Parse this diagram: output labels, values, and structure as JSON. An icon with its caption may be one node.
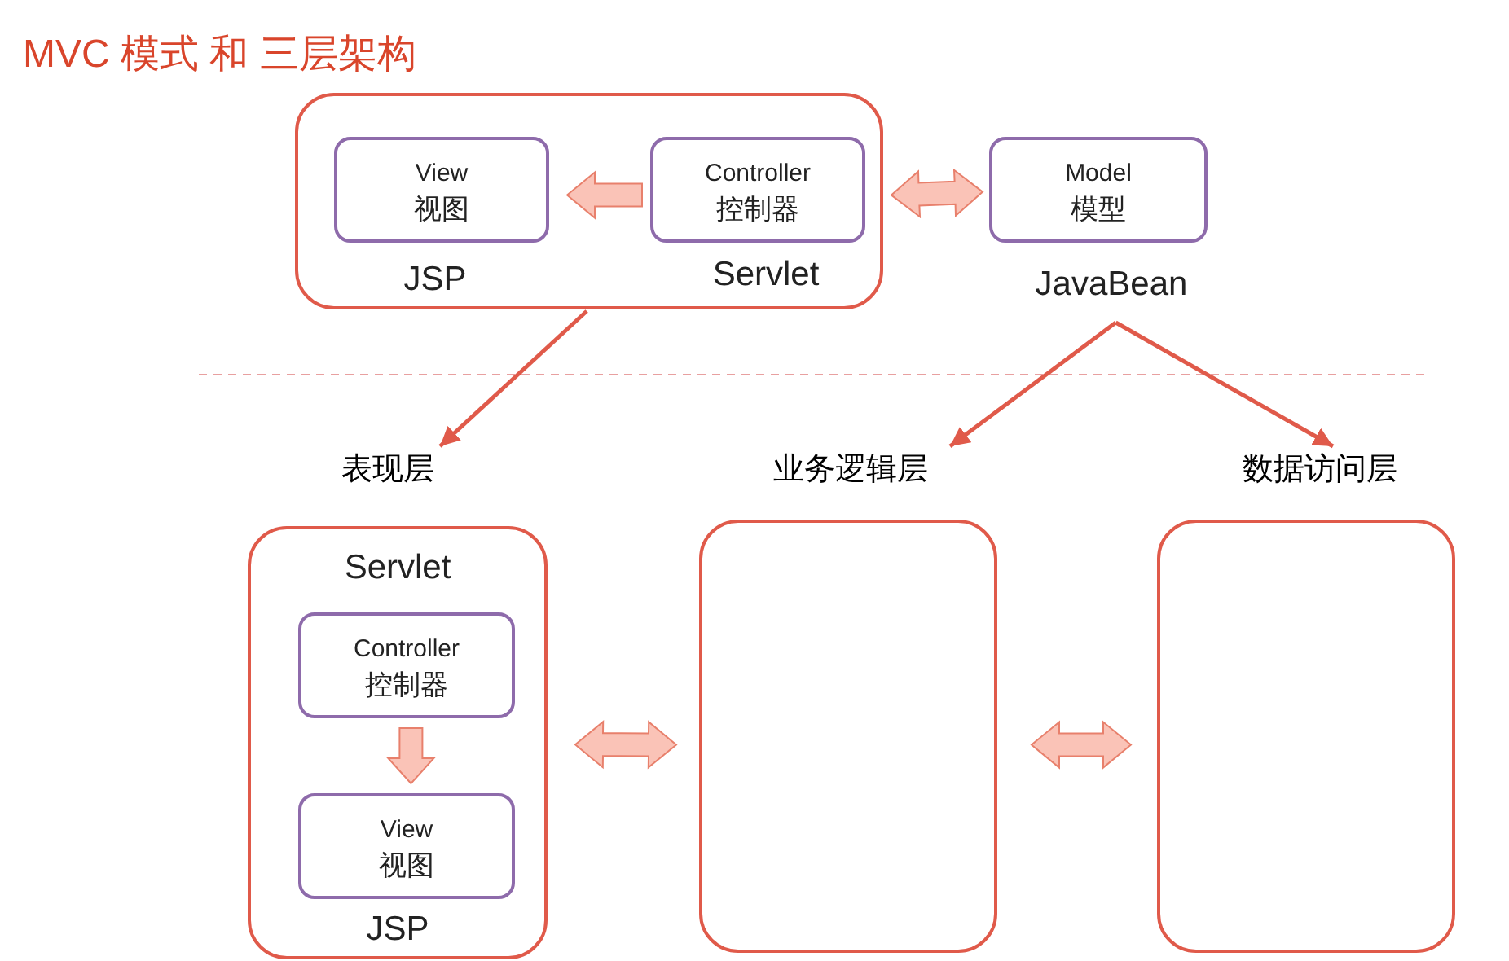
{
  "diagram": {
    "title": "MVC 模式 和 三层架构",
    "nodes": [
      {
        "text": [],
        "shape": "box"
      },
      {
        "text": [
          "View",
          "视图"
        ],
        "in": 0,
        "beside": [
          "JSP"
        ]
      },
      {
        "text": [
          "Controller",
          "控制器"
        ],
        "in": 0,
        "beside": [
          "Servlet"
        ]
      },
      {
        "text": [
          "Model",
          "模型"
        ],
        "beside": [
          "JavaBean"
        ]
      },
      {
        "text": [
          "表现层"
        ]
      },
      {
        "text": [
          "业务逻辑层"
        ]
      },
      {
        "text": [
          "数据访问层"
        ]
      },
      {
        "text": [
          "Servlet",
          "JSP"
        ]
      },
      {
        "text": [
          "Controller",
          "控制器"
        ],
        "in": 7
      },
      {
        "text": [
          "View",
          "视图"
        ],
        "in": 7
      },
      {
        "text": [],
        "shape": "box"
      },
      {
        "text": [],
        "shape": "box"
      }
    ],
    "edges": [
      {
        "from": 2,
        "to": 1,
        "arrow": "to",
        "style": "thick"
      },
      {
        "from": 2,
        "to": 3,
        "arrow": "both",
        "style": "thick"
      },
      {
        "from": 0,
        "to": 4,
        "arrow": "to",
        "color": "#e05a4a"
      },
      {
        "from": 3,
        "to": 5,
        "arrow": "to",
        "color": "#e05a4a"
      },
      {
        "from": 3,
        "to": 6,
        "arrow": "to",
        "color": "#e05a4a"
      },
      {
        "from": 8,
        "to": 9,
        "arrow": "to",
        "style": "thick"
      },
      {
        "from": 7,
        "to": 10,
        "arrow": "both",
        "style": "thick"
      },
      {
        "from": 10,
        "to": 11,
        "arrow": "both",
        "style": "thick"
      }
    ]
  }
}
